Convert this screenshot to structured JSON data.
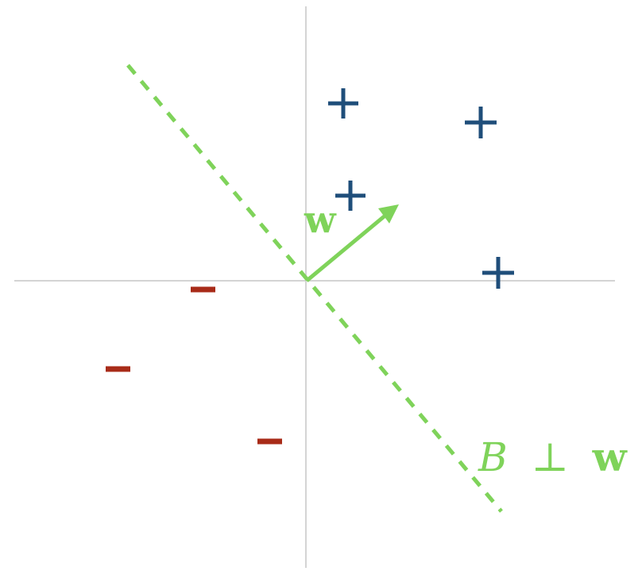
{
  "diagram": {
    "vector_label": "w",
    "boundary_label": {
      "symbol": "B",
      "relation": "⊥",
      "vector": "w"
    },
    "positive_symbol": "+",
    "negative_symbol": "−",
    "positive_count": 4,
    "negative_count": 3,
    "colors": {
      "boundary": "#7fd35a",
      "positive": "#1f4e7a",
      "negative": "#a82b18",
      "axis": "#d4d4d4"
    }
  }
}
